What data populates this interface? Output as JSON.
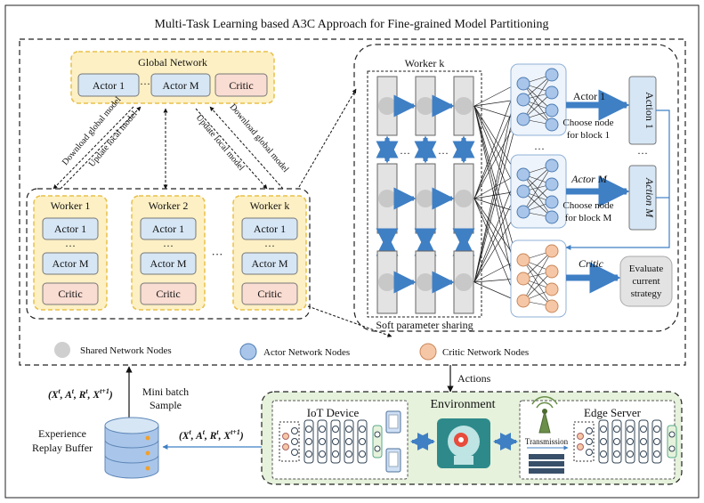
{
  "title": "Multi-Task Learning based A3C Approach for Fine-grained Model Partitioning",
  "global": {
    "label": "Global Network",
    "actor1": "Actor 1",
    "dots": "···",
    "actorM": "Actor M",
    "critic": "Critic"
  },
  "links": {
    "download_left": "Download global model",
    "update_left": "Update local model",
    "update_right": "Update local model",
    "download_right": "Download global model"
  },
  "workers": [
    {
      "label": "Worker 1",
      "actor1": "Actor 1",
      "dots": "···",
      "actorM": "Actor M",
      "critic": "Critic"
    },
    {
      "label": "Worker 2",
      "actor1": "Actor 1",
      "dots": "···",
      "actorM": "Actor M",
      "critic": "Critic"
    },
    {
      "label": "Worker k",
      "actor1": "Actor 1",
      "dots": "···",
      "actorM": "Actor M",
      "critic": "Critic"
    }
  ],
  "worker_gap_dots": "···",
  "workerk_detail": {
    "label": "Worker k",
    "dots": "···",
    "sharing": "Soft parameter sharing",
    "actor1_label": "Actor 1",
    "choose1": "Choose node",
    "choose1b": "for block 1",
    "actorM_label": "Actor M",
    "chooseM": "Choose node",
    "chooseMb": "for block M",
    "action1": "Action 1",
    "actionM": "Action M",
    "critic_label": "Critic",
    "evaluate": [
      "Evaluate",
      "current",
      "strategy"
    ]
  },
  "legend": {
    "shared": "Shared Network Nodes",
    "actor": "Actor Network Nodes",
    "critic": "Critic Network Nodes"
  },
  "actions_label": "Actions",
  "buffer": {
    "label1": "Experience",
    "label2": "Replay Buffer",
    "mini1": "Mini batch",
    "mini2": "Sample",
    "tuple": "(X^t, A^t, R^t, X^(t+1))"
  },
  "environment": {
    "label": "Environment",
    "iot": "IoT  Device",
    "edge": "Edge Server",
    "transmission": "Transmission"
  },
  "colors": {
    "yellow_fill": "#fdf0c4",
    "yellow_stroke": "#e8c04a",
    "blue_fill": "#d6e6f5",
    "blue_node": "#a9c6ea",
    "critic_fill": "#f9dcd2",
    "critic_node": "#f6c7a6",
    "gray_node": "#cfcfcf",
    "env_fill": "#e6f2dc",
    "arrow_blue": "#3f7fc4"
  }
}
